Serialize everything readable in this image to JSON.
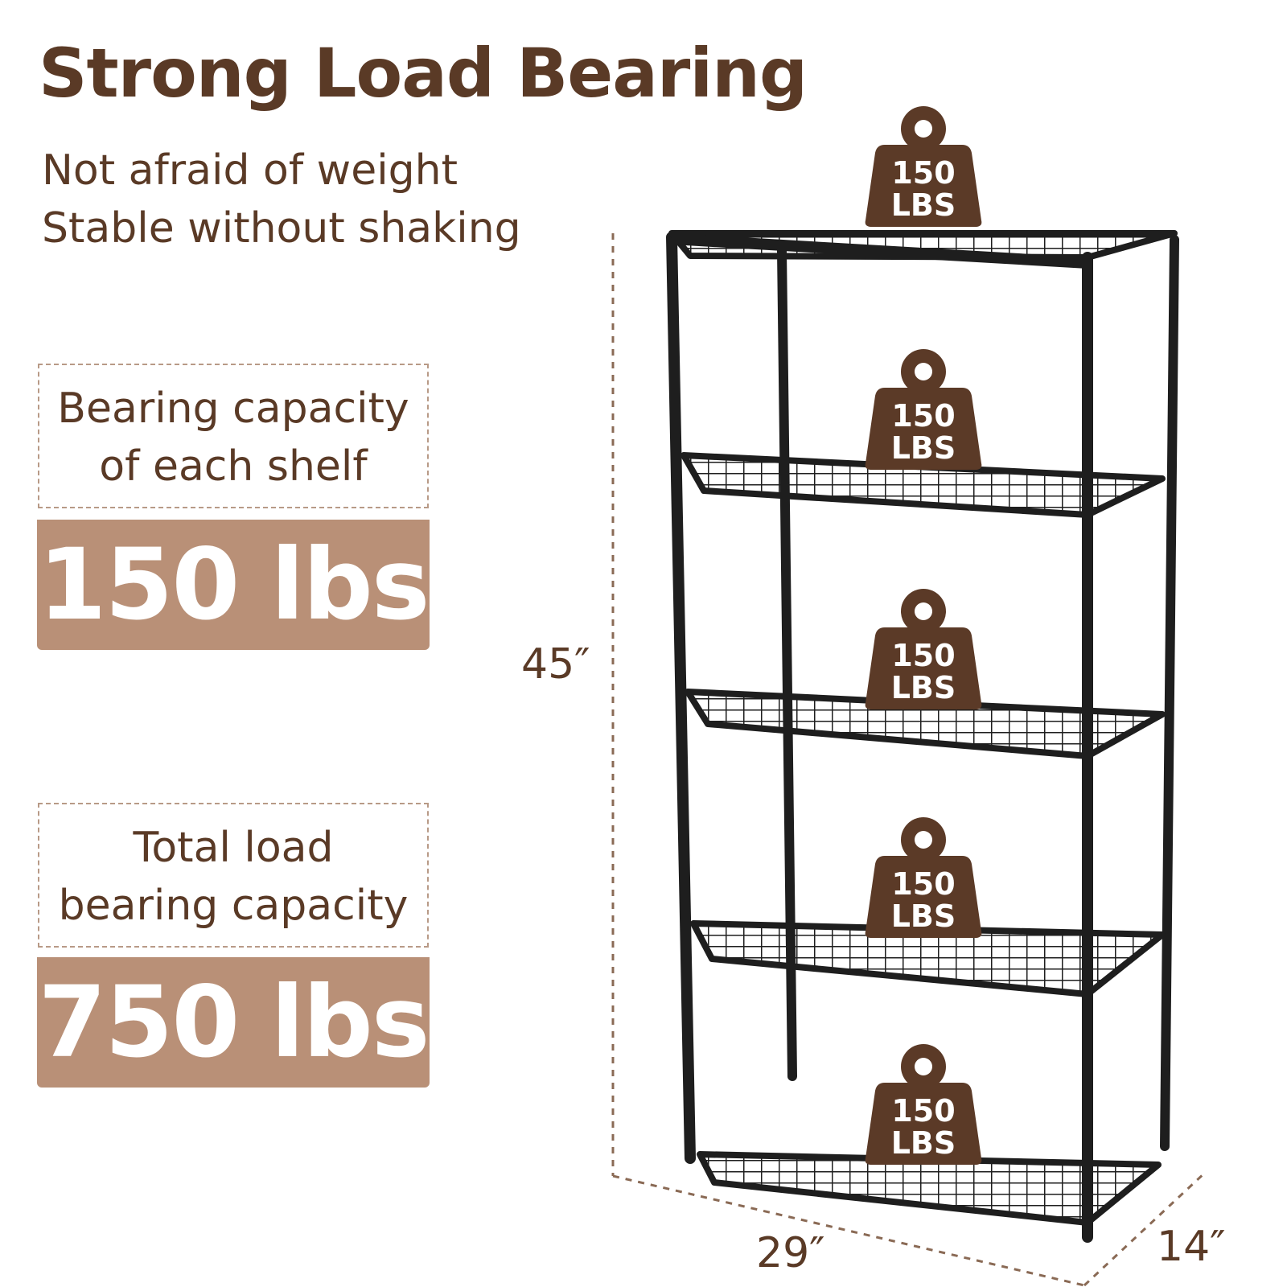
{
  "heading": "Strong Load Bearing",
  "subtitle_lines": [
    "Not afraid of weight",
    "Stable without shaking"
  ],
  "shelf_capacity": {
    "caption_lines": [
      "Bearing capacity",
      "of each shelf"
    ],
    "value": "150 lbs"
  },
  "total_capacity": {
    "caption_lines": [
      "Total load",
      "bearing capacity"
    ],
    "value": "750 lbs"
  },
  "dimensions": {
    "height": "45″",
    "width": "29″",
    "depth": "14″"
  },
  "weight_badge": {
    "line1": "150",
    "line2": "LBS",
    "count": 5
  },
  "colors": {
    "text_brown": "#5a3a26",
    "band_brown": "#b99077",
    "weight_brown": "#5b3a27",
    "rack_black": "#1e1e1e"
  }
}
